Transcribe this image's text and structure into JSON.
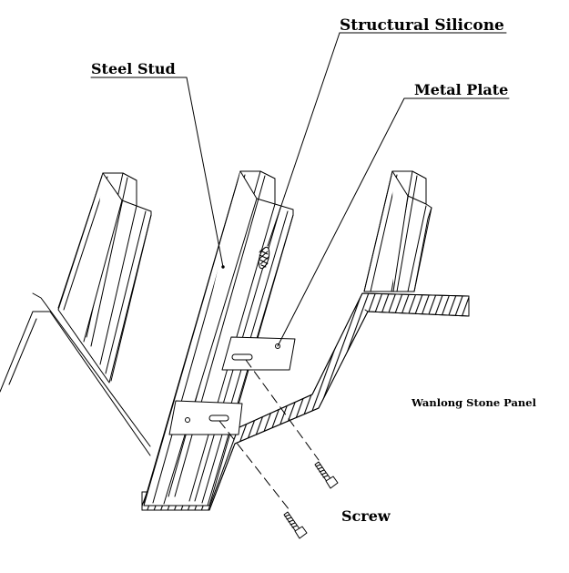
{
  "labels": {
    "structural_silicone": "Structural Silicone",
    "steel_stud": "Steel Stud",
    "metal_plate": "Metal Plate",
    "stone_panel": "Wanlong Stone Panel",
    "screw": "Screw"
  },
  "colors": {
    "ink": "#000000",
    "background": "#ffffff"
  }
}
